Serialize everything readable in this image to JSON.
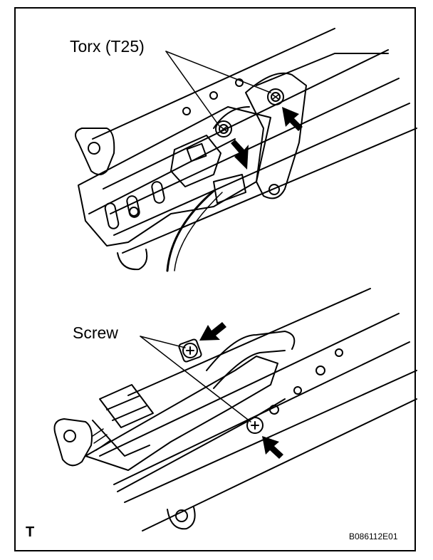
{
  "labels": {
    "torx": "Torx (T25)",
    "screw": "Screw",
    "corner_mark": "T",
    "figure_code": "B086112E01"
  }
}
